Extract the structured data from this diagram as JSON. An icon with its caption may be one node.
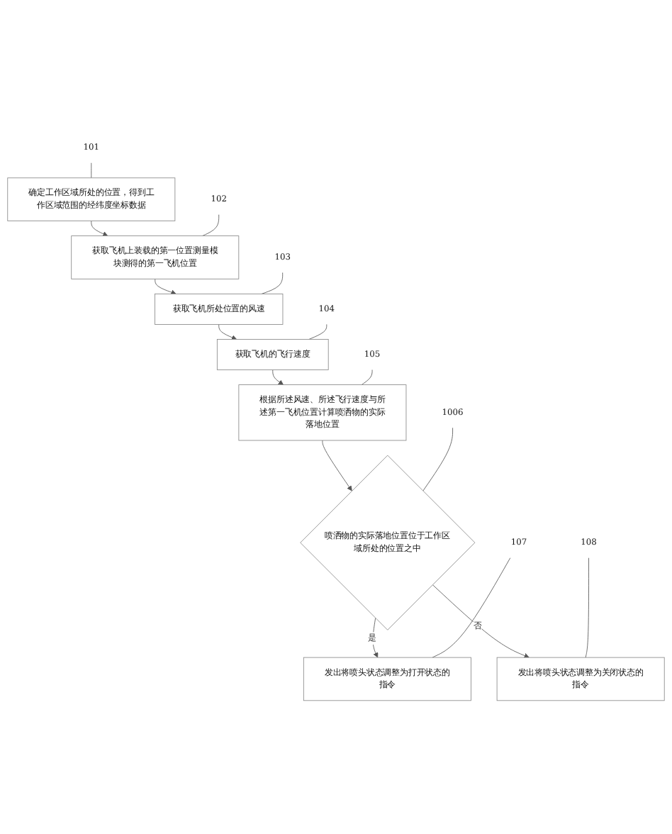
{
  "diagram": {
    "nodes": [
      {
        "text": [
          "确定工作区域所处的位置，得到工作区域范围的经纬度坐标数据"
        ]
      },
      {
        "text": [
          "101"
        ]
      },
      {
        "text": [
          "获取飞机上装载的第一位置测量模块测得的第一飞机位置"
        ]
      },
      {
        "text": [
          "102"
        ]
      },
      {
        "text": [
          "获取飞机所处位置的风速"
        ]
      },
      {
        "text": [
          "103"
        ]
      },
      {
        "text": [
          "获取飞机的飞行速度"
        ]
      },
      {
        "text": [
          "104"
        ]
      },
      {
        "text": [
          "根据所述风速、所述飞行速度与所述第一飞机位置计算喷洒物的实际落地位置"
        ]
      },
      {
        "text": [
          "105"
        ]
      },
      {
        "text": [
          "喷洒物的实际落地位置位于工作区域所处的位置之中"
        ]
      },
      {
        "text": [
          "1006"
        ]
      },
      {
        "text": [
          "发出将喷头状态调整为打开状态的指令"
        ]
      },
      {
        "text": [
          "107"
        ]
      },
      {
        "text": [
          "发出将喷头状态调整为关闭状态的指令"
        ]
      },
      {
        "text": [
          "108"
        ]
      }
    ],
    "edges": [
      {
        "from": 0,
        "to": 2,
        "arrow": "to"
      },
      {
        "from": 2,
        "to": 4,
        "arrow": "to"
      },
      {
        "from": 4,
        "to": 6,
        "arrow": "to"
      },
      {
        "from": 6,
        "to": 8,
        "arrow": "to"
      },
      {
        "from": 8,
        "to": 10,
        "arrow": "to"
      },
      {
        "from": 10,
        "to": 12,
        "arrow": "to",
        "label": "是"
      },
      {
        "from": 10,
        "to": 14,
        "arrow": "to",
        "label": "否"
      },
      {
        "from": 1,
        "to": 0,
        "arrow": "none"
      },
      {
        "from": 3,
        "to": 2,
        "arrow": "none"
      },
      {
        "from": 5,
        "to": 4,
        "arrow": "none"
      },
      {
        "from": 7,
        "to": 6,
        "arrow": "none"
      },
      {
        "from": 9,
        "to": 8,
        "arrow": "none"
      },
      {
        "from": 11,
        "to": 10,
        "arrow": "none"
      },
      {
        "from": 13,
        "to": 12,
        "arrow": "none"
      },
      {
        "from": 15,
        "to": 14,
        "arrow": "none"
      }
    ]
  }
}
